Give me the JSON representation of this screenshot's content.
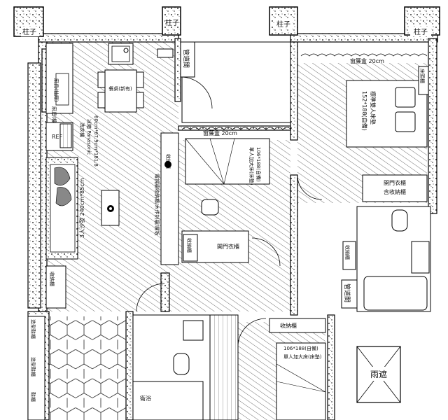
{
  "labels": {
    "pillar": "柱子",
    "pipe_duct": "管道間",
    "curtain_box_20cm": "窗簾盒 20cm",
    "drawer_cabinet": "廚具(抽屜)",
    "kitchen_top": "廚具(檯面)",
    "dining_table": "餐桌(新有)",
    "fridge": "REF",
    "washer": "洗衣機",
    "fridge_spec": "冰箱 Panasonic",
    "fridge_size": "60cm*67.9cm*181.8",
    "storage_cabinet": "收納櫃",
    "sofa": "3人沙發 240cm*85cm",
    "tv_cabinet": "電視牆收納櫃/木作封牆/層板",
    "single_bed": "單人加大床(床墊)",
    "single_bed_size": "106*188(自備)",
    "double_bed": "標準雙人床墊",
    "double_bed_size": "152*188(自備)",
    "wardrobe_door": "開門衣櫃",
    "wardrobe_storage": "含收納櫃",
    "bedside_cabinet": "床頭櫃",
    "shoe_cabinet": "鞋櫃",
    "sink": "衛浴",
    "rain_shelter": "雨遮",
    "entry_cabinet": "造型鞋櫃"
  }
}
